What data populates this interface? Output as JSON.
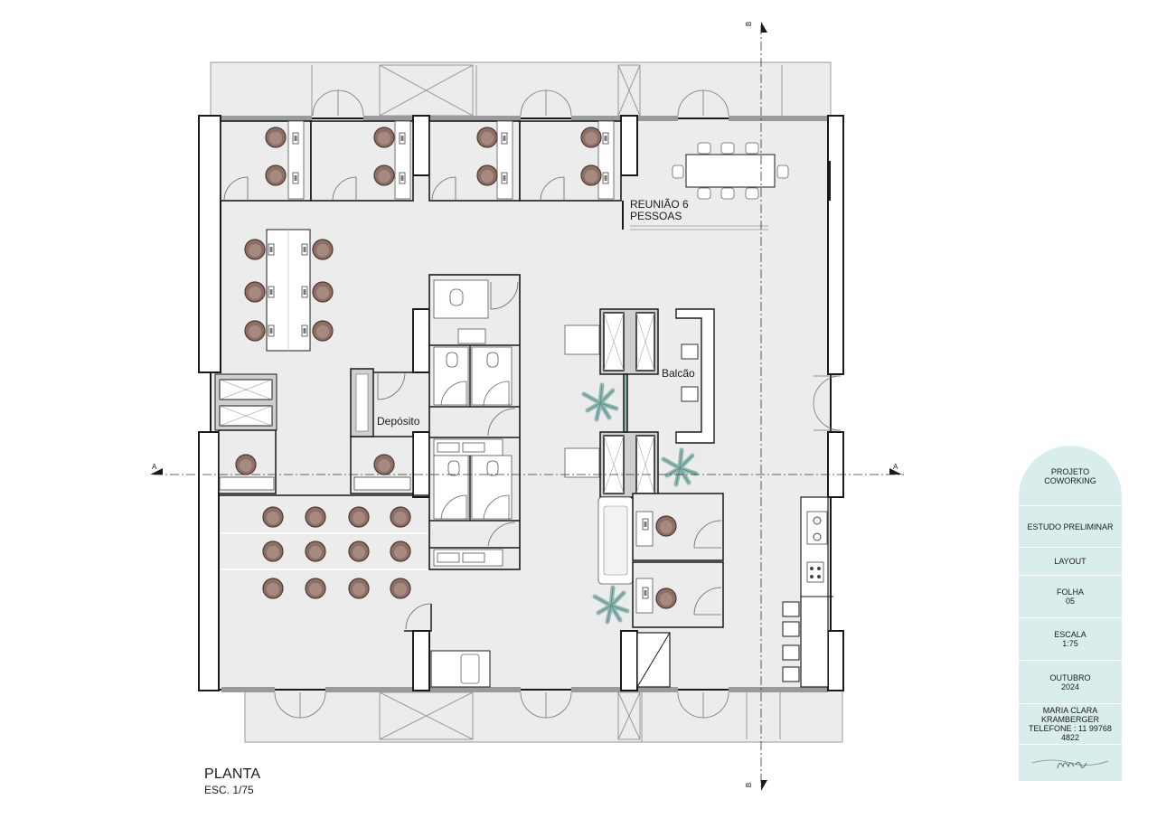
{
  "rooms": {
    "meeting_line1": "REUNIÃO 6",
    "meeting_line2": "PESSOAS",
    "counter": "Balcão",
    "storage": "Depósito"
  },
  "section_marks": {
    "a": "A",
    "b": "B"
  },
  "plan": {
    "title": "PLANTA",
    "scale": "ESC. 1/75"
  },
  "title_block": {
    "project_line1": "PROJETO",
    "project_line2": "COWORKING",
    "phase": "ESTUDO PRELIMINAR",
    "sheet_type": "LAYOUT",
    "sheet_label": "FOLHA",
    "sheet_number": "05",
    "scale_label": "ESCALA",
    "scale_value": "1:75",
    "month": "OUTUBRO",
    "year": "2024",
    "author_line1": "MARIA CLARA",
    "author_line2": "KRAMBERGER",
    "phone": "TELEFONE : 11 99768 4822"
  },
  "colors": {
    "floor": "#ececec",
    "wall": "#1a1a1a",
    "chair": "#8f6f64",
    "plant": "#8fb8b4",
    "title_block": "#d9edec"
  },
  "icons": {
    "signature": "signature-logo",
    "plant": "plant-icon",
    "chair": "chair-icon"
  }
}
